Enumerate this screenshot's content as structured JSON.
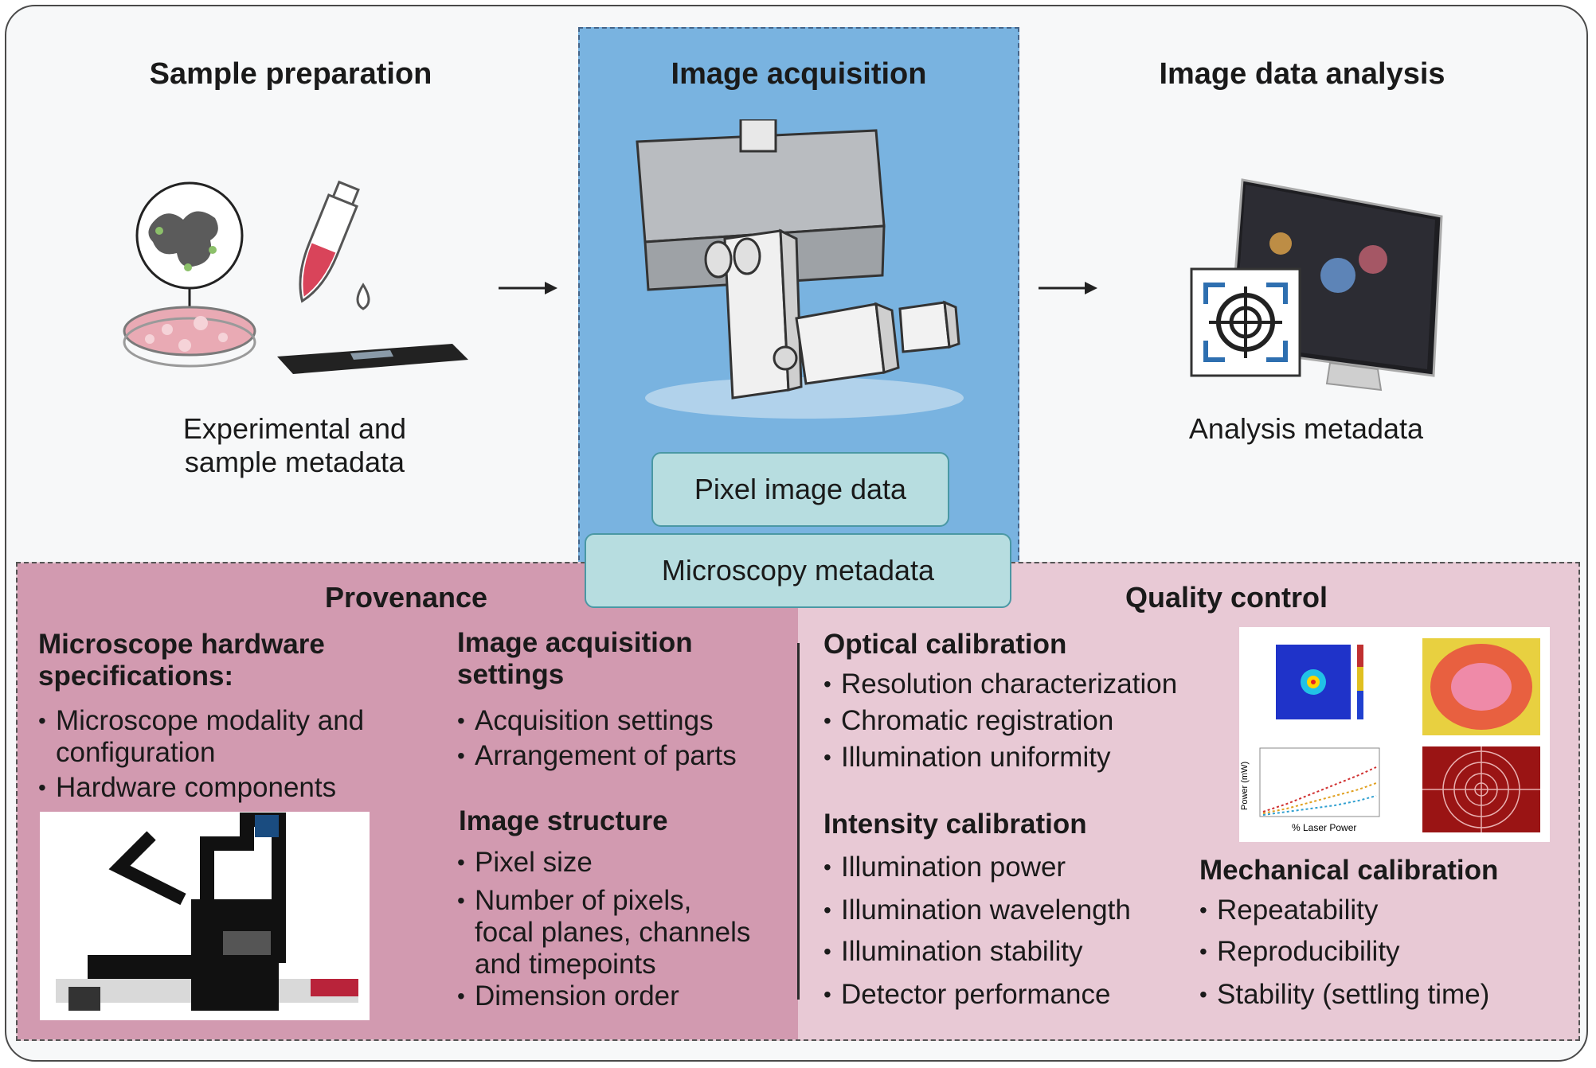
{
  "columns": {
    "sample_prep": {
      "title": "Sample preparation",
      "caption": [
        "Experimental and",
        "sample metadata"
      ]
    },
    "acquisition": {
      "title": "Image acquisition"
    },
    "analysis": {
      "title": "Image data analysis",
      "caption": "Analysis metadata"
    }
  },
  "boxes": {
    "pixel_data": "Pixel image data",
    "microscopy_metadata": "Microscopy metadata"
  },
  "provenance": {
    "title": "Provenance",
    "hardware": {
      "title": [
        "Microscope hardware",
        "specifications:"
      ],
      "items": [
        [
          "Microscope modality and",
          "configuration"
        ],
        [
          "Hardware components"
        ]
      ]
    },
    "acq_settings": {
      "title": [
        "Image acquisition",
        "settings"
      ],
      "items": [
        "Acquisition settings",
        "Arrangement of parts"
      ]
    },
    "structure": {
      "title": "Image structure",
      "items": [
        [
          "Pixel size"
        ],
        [
          "Number of pixels,",
          "focal planes, channels",
          "and timepoints"
        ],
        [
          "Dimension order"
        ]
      ]
    }
  },
  "quality_control": {
    "title": "Quality control",
    "optical": {
      "title": "Optical calibration",
      "items": [
        "Resolution characterization",
        "Chromatic registration",
        "Illumination uniformity"
      ]
    },
    "intensity": {
      "title": "Intensity calibration",
      "items": [
        "Illumination power",
        "Illumination wavelength",
        "Illumination stability",
        "Detector performance"
      ]
    },
    "mechanical": {
      "title": "Mechanical calibration",
      "items": [
        "Repeatability",
        "Reproducibility",
        "Stability (settling time)"
      ]
    },
    "plot_labels": {
      "y": "Power (mW)",
      "x": "% Laser Power"
    }
  },
  "colors": {
    "acquisition_panel": "#79b3e0",
    "provenance_bg": "#d29ab0",
    "qc_bg": "#e8c9d5",
    "box_fill": "#b7dde0"
  }
}
